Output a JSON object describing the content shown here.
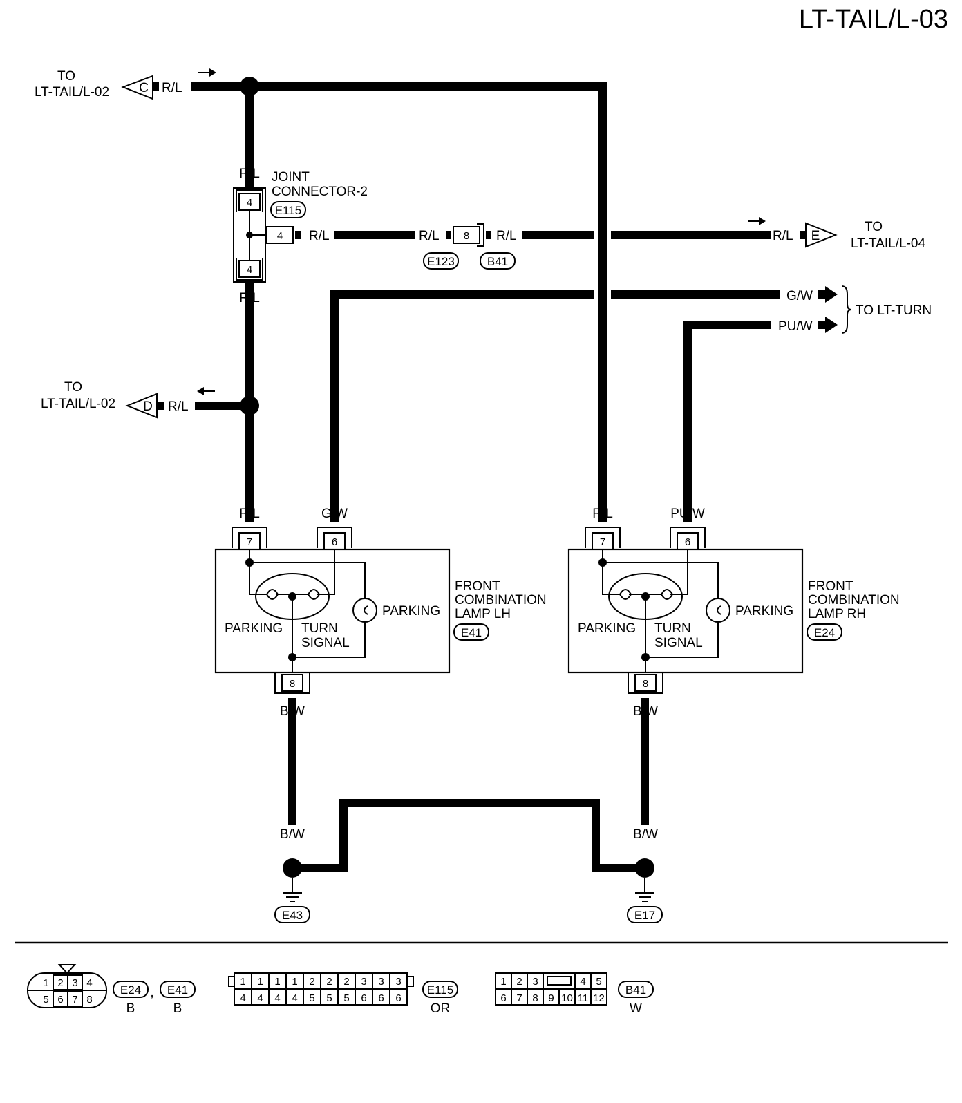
{
  "title": "LT-TAIL/L-03",
  "offpage": {
    "c": {
      "to": "TO",
      "target": "LT-TAIL/L-02",
      "letter": "C",
      "wire": "R/L"
    },
    "d": {
      "to": "TO",
      "target": "LT-TAIL/L-02",
      "letter": "D",
      "wire": "R/L"
    },
    "e": {
      "to": "TO",
      "target": "LT-TAIL/L-04",
      "letter": "E",
      "wire": "R/L"
    },
    "turn": {
      "target": "TO LT-TURN",
      "wire_gw": "G/W",
      "wire_puw": "PU/W"
    }
  },
  "joint_connector": {
    "name_line1": "JOINT",
    "name_line2": "CONNECTOR-2",
    "id": "E115",
    "pin_top": "4",
    "pin_side": "4",
    "pin_bottom": "4",
    "wire_top": "R/L",
    "wire_side": "R/L",
    "wire_bottom": "R/L"
  },
  "inline_connector": {
    "pin": "8",
    "wire_left": "R/L",
    "wire_right": "R/L",
    "id_left": "E123",
    "id_right": "B41"
  },
  "lamp_lh": {
    "name_line1": "FRONT",
    "name_line2": "COMBINATION",
    "name_line3": "LAMP LH",
    "id": "E41",
    "pin_a": "7",
    "pin_b": "6",
    "pin_gnd": "8",
    "wire_a": "R/L",
    "wire_b": "G/W",
    "wire_gnd": "B/W",
    "label_parking_left": "PARKING",
    "label_turn1": "TURN",
    "label_turn2": "SIGNAL",
    "label_parking_right": "PARKING"
  },
  "lamp_rh": {
    "name_line1": "FRONT",
    "name_line2": "COMBINATION",
    "name_line3": "LAMP RH",
    "id": "E24",
    "pin_a": "7",
    "pin_b": "6",
    "pin_gnd": "8",
    "wire_a": "R/L",
    "wire_b": "PU/W",
    "wire_gnd": "B/W",
    "label_parking_left": "PARKING",
    "label_turn1": "TURN",
    "label_turn2": "SIGNAL",
    "label_parking_right": "PARKING"
  },
  "grounds": {
    "left": {
      "id": "E43",
      "wire_bw": "B/W",
      "wire_b": "B"
    },
    "right": {
      "id": "E17",
      "wire_bw": "B/W",
      "wire_b": "B"
    }
  },
  "connector_views": {
    "c8": {
      "top": [
        "1",
        "2",
        "3",
        "4"
      ],
      "bottom": [
        "5",
        "6",
        "7",
        "8"
      ],
      "ids": [
        "E24",
        "E41"
      ],
      "sep": ",",
      "colors": [
        "B",
        "B"
      ]
    },
    "c12a": {
      "top": [
        "1",
        "1",
        "1",
        "1",
        "2",
        "2",
        "2",
        "3",
        "3",
        "3"
      ],
      "bottom": [
        "4",
        "4",
        "4",
        "4",
        "5",
        "5",
        "5",
        "6",
        "6",
        "6"
      ],
      "id": "E115",
      "color": "OR"
    },
    "c12b": {
      "top_left": [
        "1",
        "2",
        "3"
      ],
      "top_right": [
        "4",
        "5"
      ],
      "bottom": [
        "6",
        "7",
        "8",
        "9",
        "10",
        "11",
        "12"
      ],
      "id": "B41",
      "color": "W"
    }
  }
}
